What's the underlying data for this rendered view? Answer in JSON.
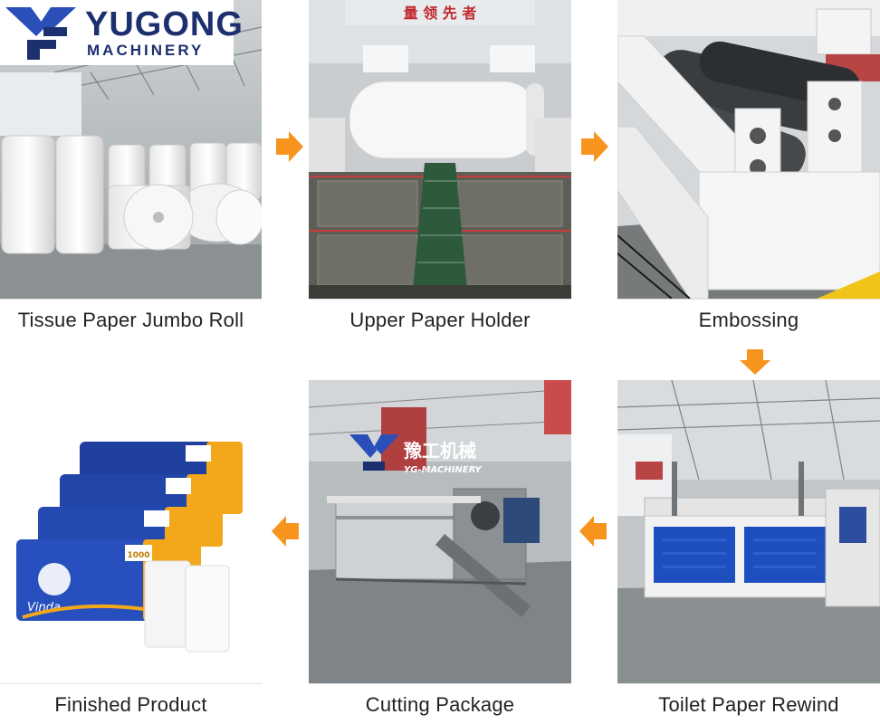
{
  "brand": {
    "name": "YUGONG",
    "tagline": "MACHINERY",
    "watermark_cn": "豫工机械",
    "watermark_en": "YG-MACHINERY",
    "colors": {
      "navy": "#1c2f6e",
      "blue": "#2a4fb8",
      "arrow": "#f7941d"
    }
  },
  "steps": [
    {
      "label": "Tissue Paper Jumbo Roll"
    },
    {
      "label": "Upper Paper Holder"
    },
    {
      "label": "Embossing"
    },
    {
      "label": "Toilet Paper Rewind"
    },
    {
      "label": "Cutting Package"
    },
    {
      "label": "Finished Product"
    }
  ],
  "banners": {
    "holder": "量 领 先 者"
  },
  "product": {
    "brand_text": "Vinda",
    "count_text": "1000"
  },
  "flow_arrows": [
    "right",
    "right",
    "down",
    "left",
    "left"
  ]
}
